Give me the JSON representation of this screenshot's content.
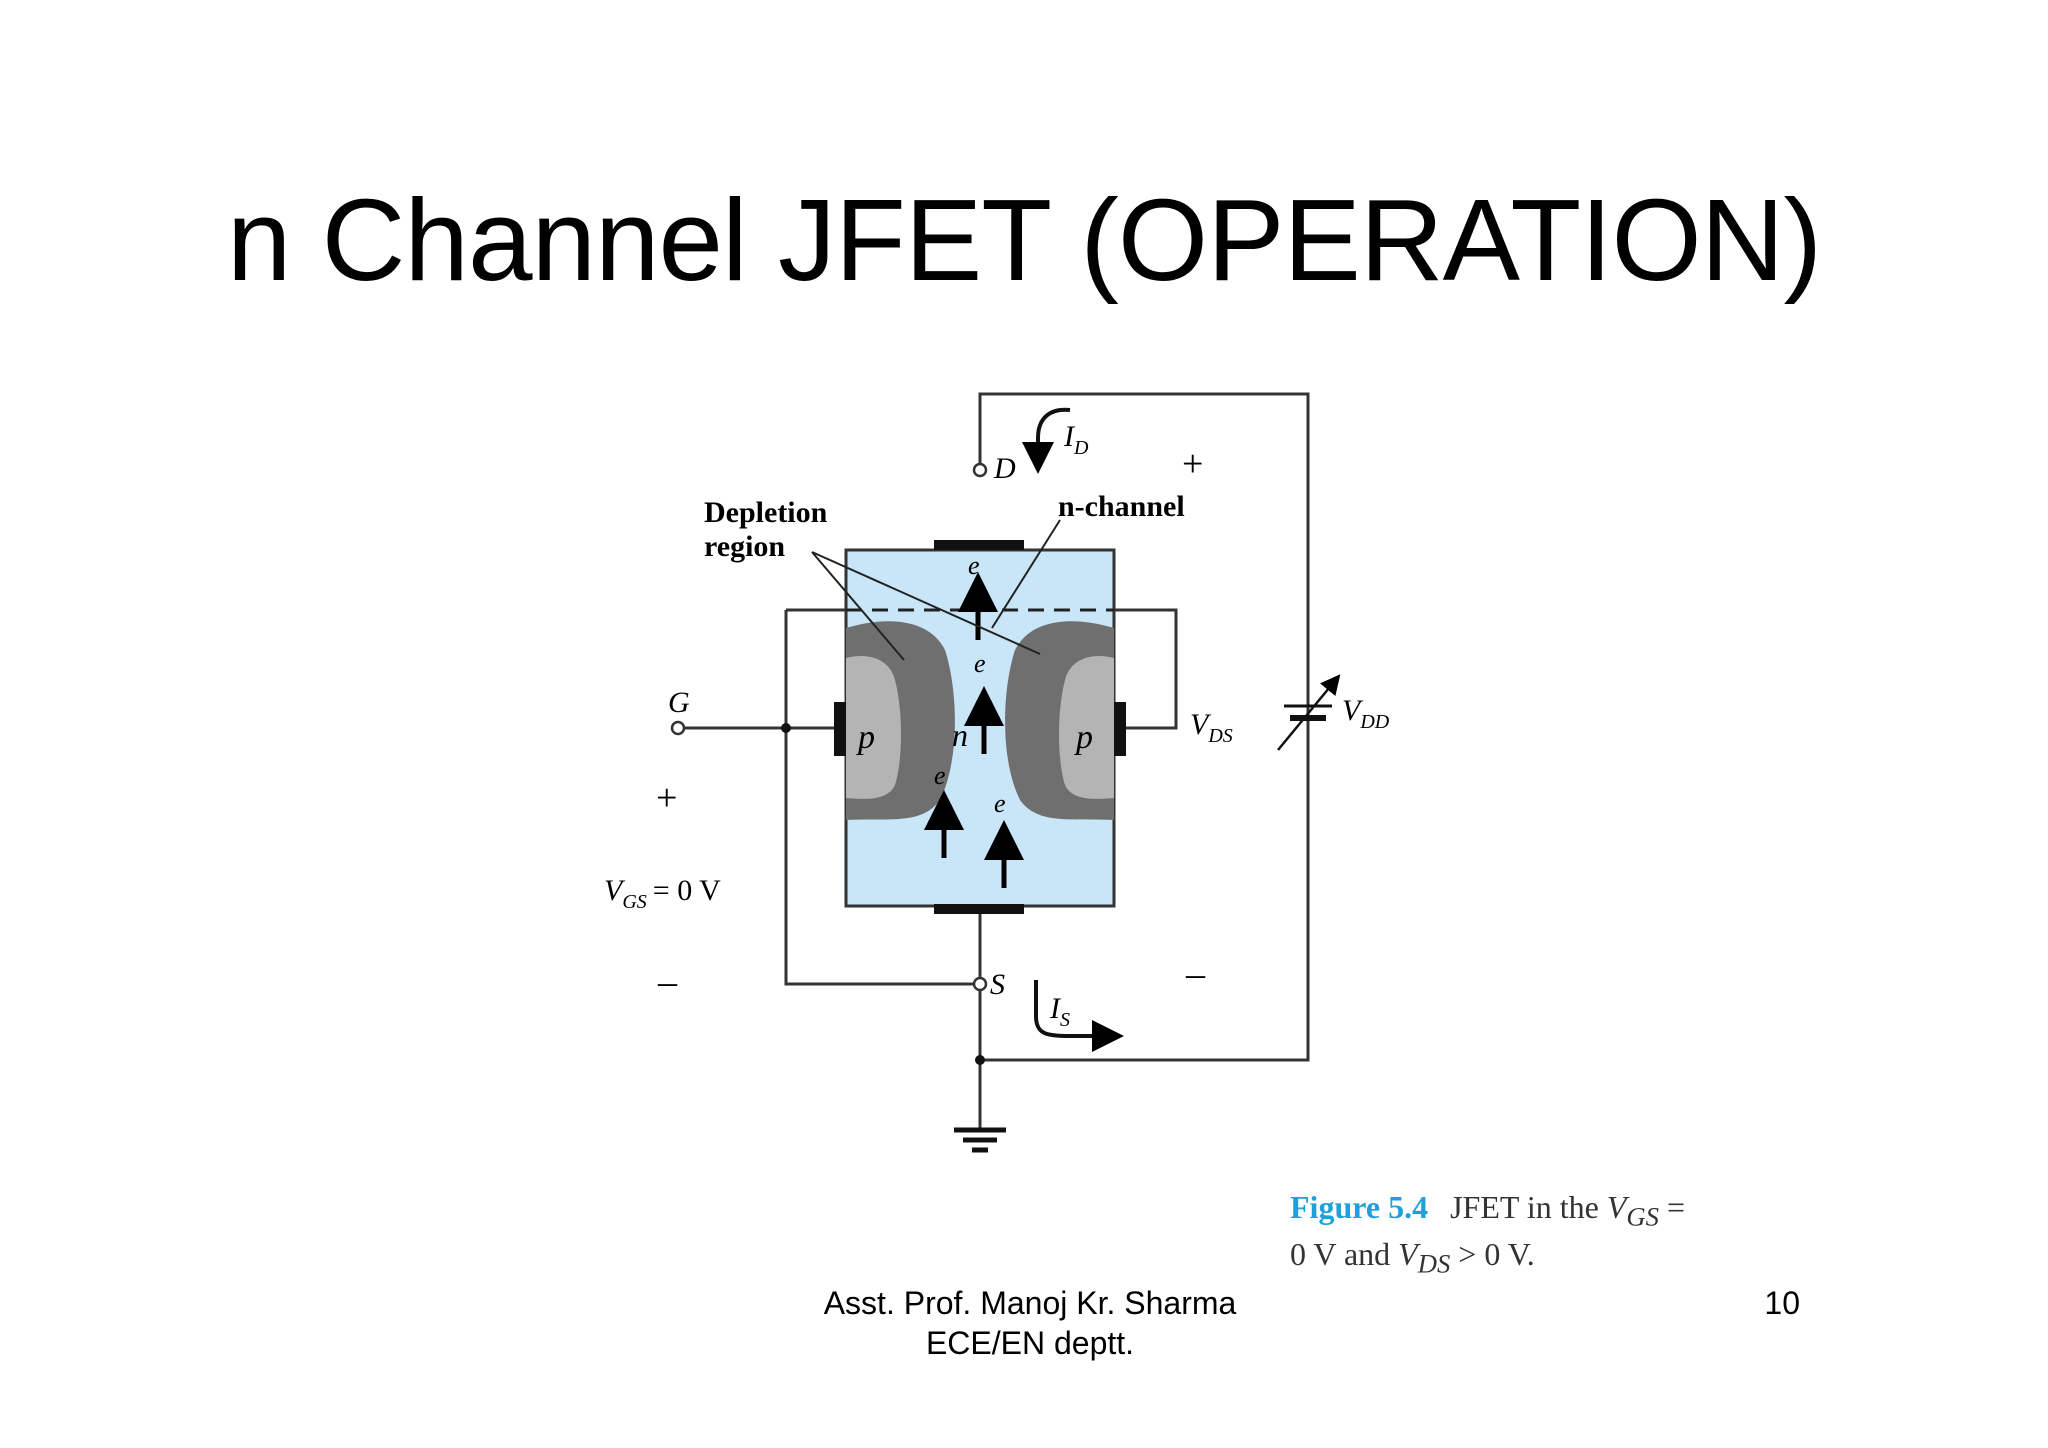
{
  "slide": {
    "title": "n Channel JFET (OPERATION)",
    "page_number": "10",
    "author_line1": "Asst. Prof. Manoj Kr. Sharma",
    "author_line2": "ECE/EN  deptt."
  },
  "figure": {
    "number": "Figure 5.4",
    "caption_line1_text": "JFET in the",
    "caption_v_gs": "V",
    "caption_v_gs_sub": "GS",
    "caption_eq": "=",
    "caption_line2_start": "0 V and",
    "caption_v_ds": "V",
    "caption_v_ds_sub": "DS",
    "caption_line2_end": "> 0 V."
  },
  "labels": {
    "drain": "D",
    "source": "S",
    "gate": "G",
    "i_d": "I",
    "i_d_sub": "D",
    "i_s": "I",
    "i_s_sub": "S",
    "depletion_line1": "Depletion",
    "depletion_line2": "region",
    "n_channel": "n-channel",
    "p_left": "p",
    "p_right": "p",
    "n_mid": "n",
    "electron": "e",
    "plus": "+",
    "minus": "–",
    "v_gs": "V",
    "v_gs_sub": "GS",
    "v_gs_value": "= 0 V",
    "v_ds": "V",
    "v_ds_sub": "DS",
    "v_dd": "V",
    "v_dd_sub": "DD"
  },
  "colors": {
    "channel_fill": "#c8e6f8",
    "depletion_fill": "#6f6f6f",
    "p_region_fill": "#b4b4b4",
    "caption_accent": "#1ea1d8"
  }
}
